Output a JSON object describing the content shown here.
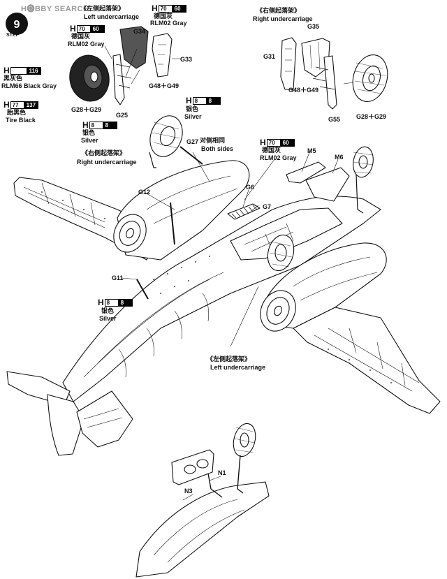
{
  "watermark": "H🅞BBY SEARCH",
  "step": {
    "label": "STEP",
    "number": "9"
  },
  "labels": {
    "left_uc_top_cn": "《左侧起落架》",
    "left_uc_top_en": "Left undercarriage",
    "right_uc_top_cn": "《右侧起落架》",
    "right_uc_top_en": "Right undercarriage",
    "right_uc_mid_cn": "《右侧起落架》",
    "right_uc_mid_en": "Right undercarriage",
    "left_uc_mid_cn": "《左侧起落架》",
    "left_uc_mid_en": "Left undercarriage",
    "both_sides_cn": "对侧相同",
    "both_sides_en": "Both sides",
    "rlm02_cn_a": "德国灰",
    "rlm02_en_a": "RLM02 Gray",
    "rlm02_cn_b": "德国灰",
    "rlm02_en_b": "RLM02 Gray",
    "rlm02_cn_c": "德国灰",
    "rlm02_en_c": "RLM02 Gray",
    "black_gray_cn": "黑灰色",
    "black_gray_en": "RLM66 Black Gray",
    "tire_cn": "胎黑色",
    "tire_en": "Tire Black",
    "silver_cn_a": "银色",
    "silver_en_a": "Silver",
    "silver_cn_b": "银色",
    "silver_en_b": "Silver",
    "silver_cn_c": "银色",
    "silver_en_c": "Silver"
  },
  "paints": {
    "h_letter": "H",
    "c70": "70",
    "c60": "60",
    "c116": "116",
    "c77": "77",
    "c137": "137",
    "c8": "8"
  },
  "parts": {
    "g34": "G34",
    "g33": "G33",
    "g48g49_a": "G48＋G49",
    "g25": "G25",
    "g28g29_a": "G28＋G29",
    "g35": "G35",
    "g31": "G31",
    "g48g49_b": "G48＋G49",
    "g55": "G55",
    "g28g29_b": "G28＋G29",
    "g27": "G27",
    "m5": "M5",
    "m6": "M6",
    "g6": "G6",
    "g7": "G7",
    "g12": "G12",
    "g11": "G11",
    "n1": "N1",
    "n3": "N3"
  },
  "colors": {
    "ink": "#111111",
    "fill": "#ffffff",
    "shade": "#555555"
  }
}
